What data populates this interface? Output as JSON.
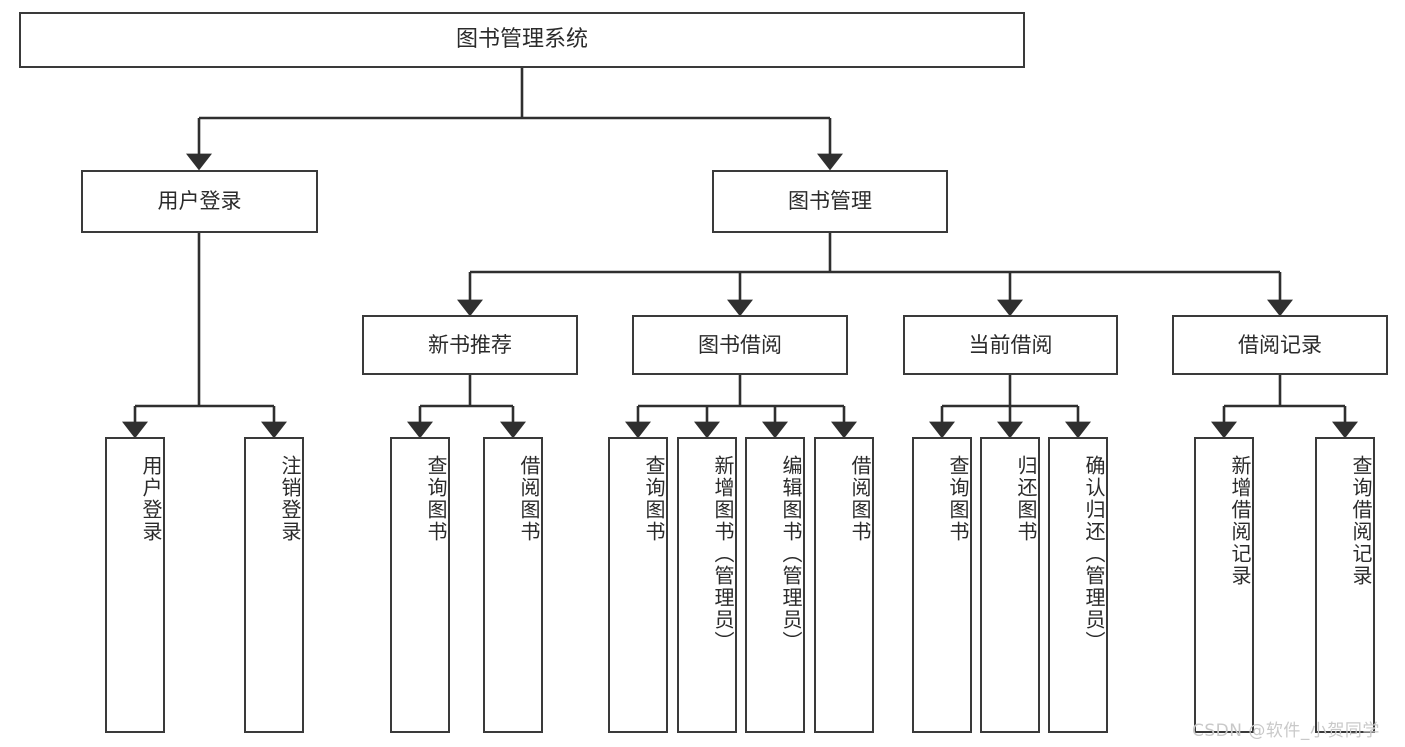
{
  "diagram": {
    "title": "图书管理系统",
    "type": "hierarchy-tree",
    "root": {
      "label": "图书管理系统"
    },
    "level2": [
      {
        "label": "用户登录"
      },
      {
        "label": "图书管理"
      }
    ],
    "level3": [
      {
        "label": "新书推荐"
      },
      {
        "label": "图书借阅"
      },
      {
        "label": "当前借阅"
      },
      {
        "label": "借阅记录"
      }
    ],
    "leaves": {
      "user_login": [
        {
          "label": "用户登录"
        },
        {
          "label": "注销登录"
        }
      ],
      "new_book_recommend": [
        {
          "label": "查询图书"
        },
        {
          "label": "借阅图书"
        }
      ],
      "book_borrow": [
        {
          "label": "查询图书"
        },
        {
          "label": "新增图书（管理员）"
        },
        {
          "label": "编辑图书（管理员）"
        },
        {
          "label": "借阅图书"
        }
      ],
      "current_borrow": [
        {
          "label": "查询图书"
        },
        {
          "label": "归还图书"
        },
        {
          "label": "确认归还（管理员）"
        }
      ],
      "borrow_record": [
        {
          "label": "新增借阅记录"
        },
        {
          "label": "查询借阅记录"
        }
      ]
    }
  },
  "watermark": {
    "text": "CSDN @软件_小贺同学"
  },
  "colors": {
    "box_border": "#3a3a3a",
    "box_fill": "#ffffff",
    "text": "#2b2b2b",
    "edge": "#2f2f2f",
    "watermark": "#c9c9c9",
    "background": "#ffffff"
  }
}
